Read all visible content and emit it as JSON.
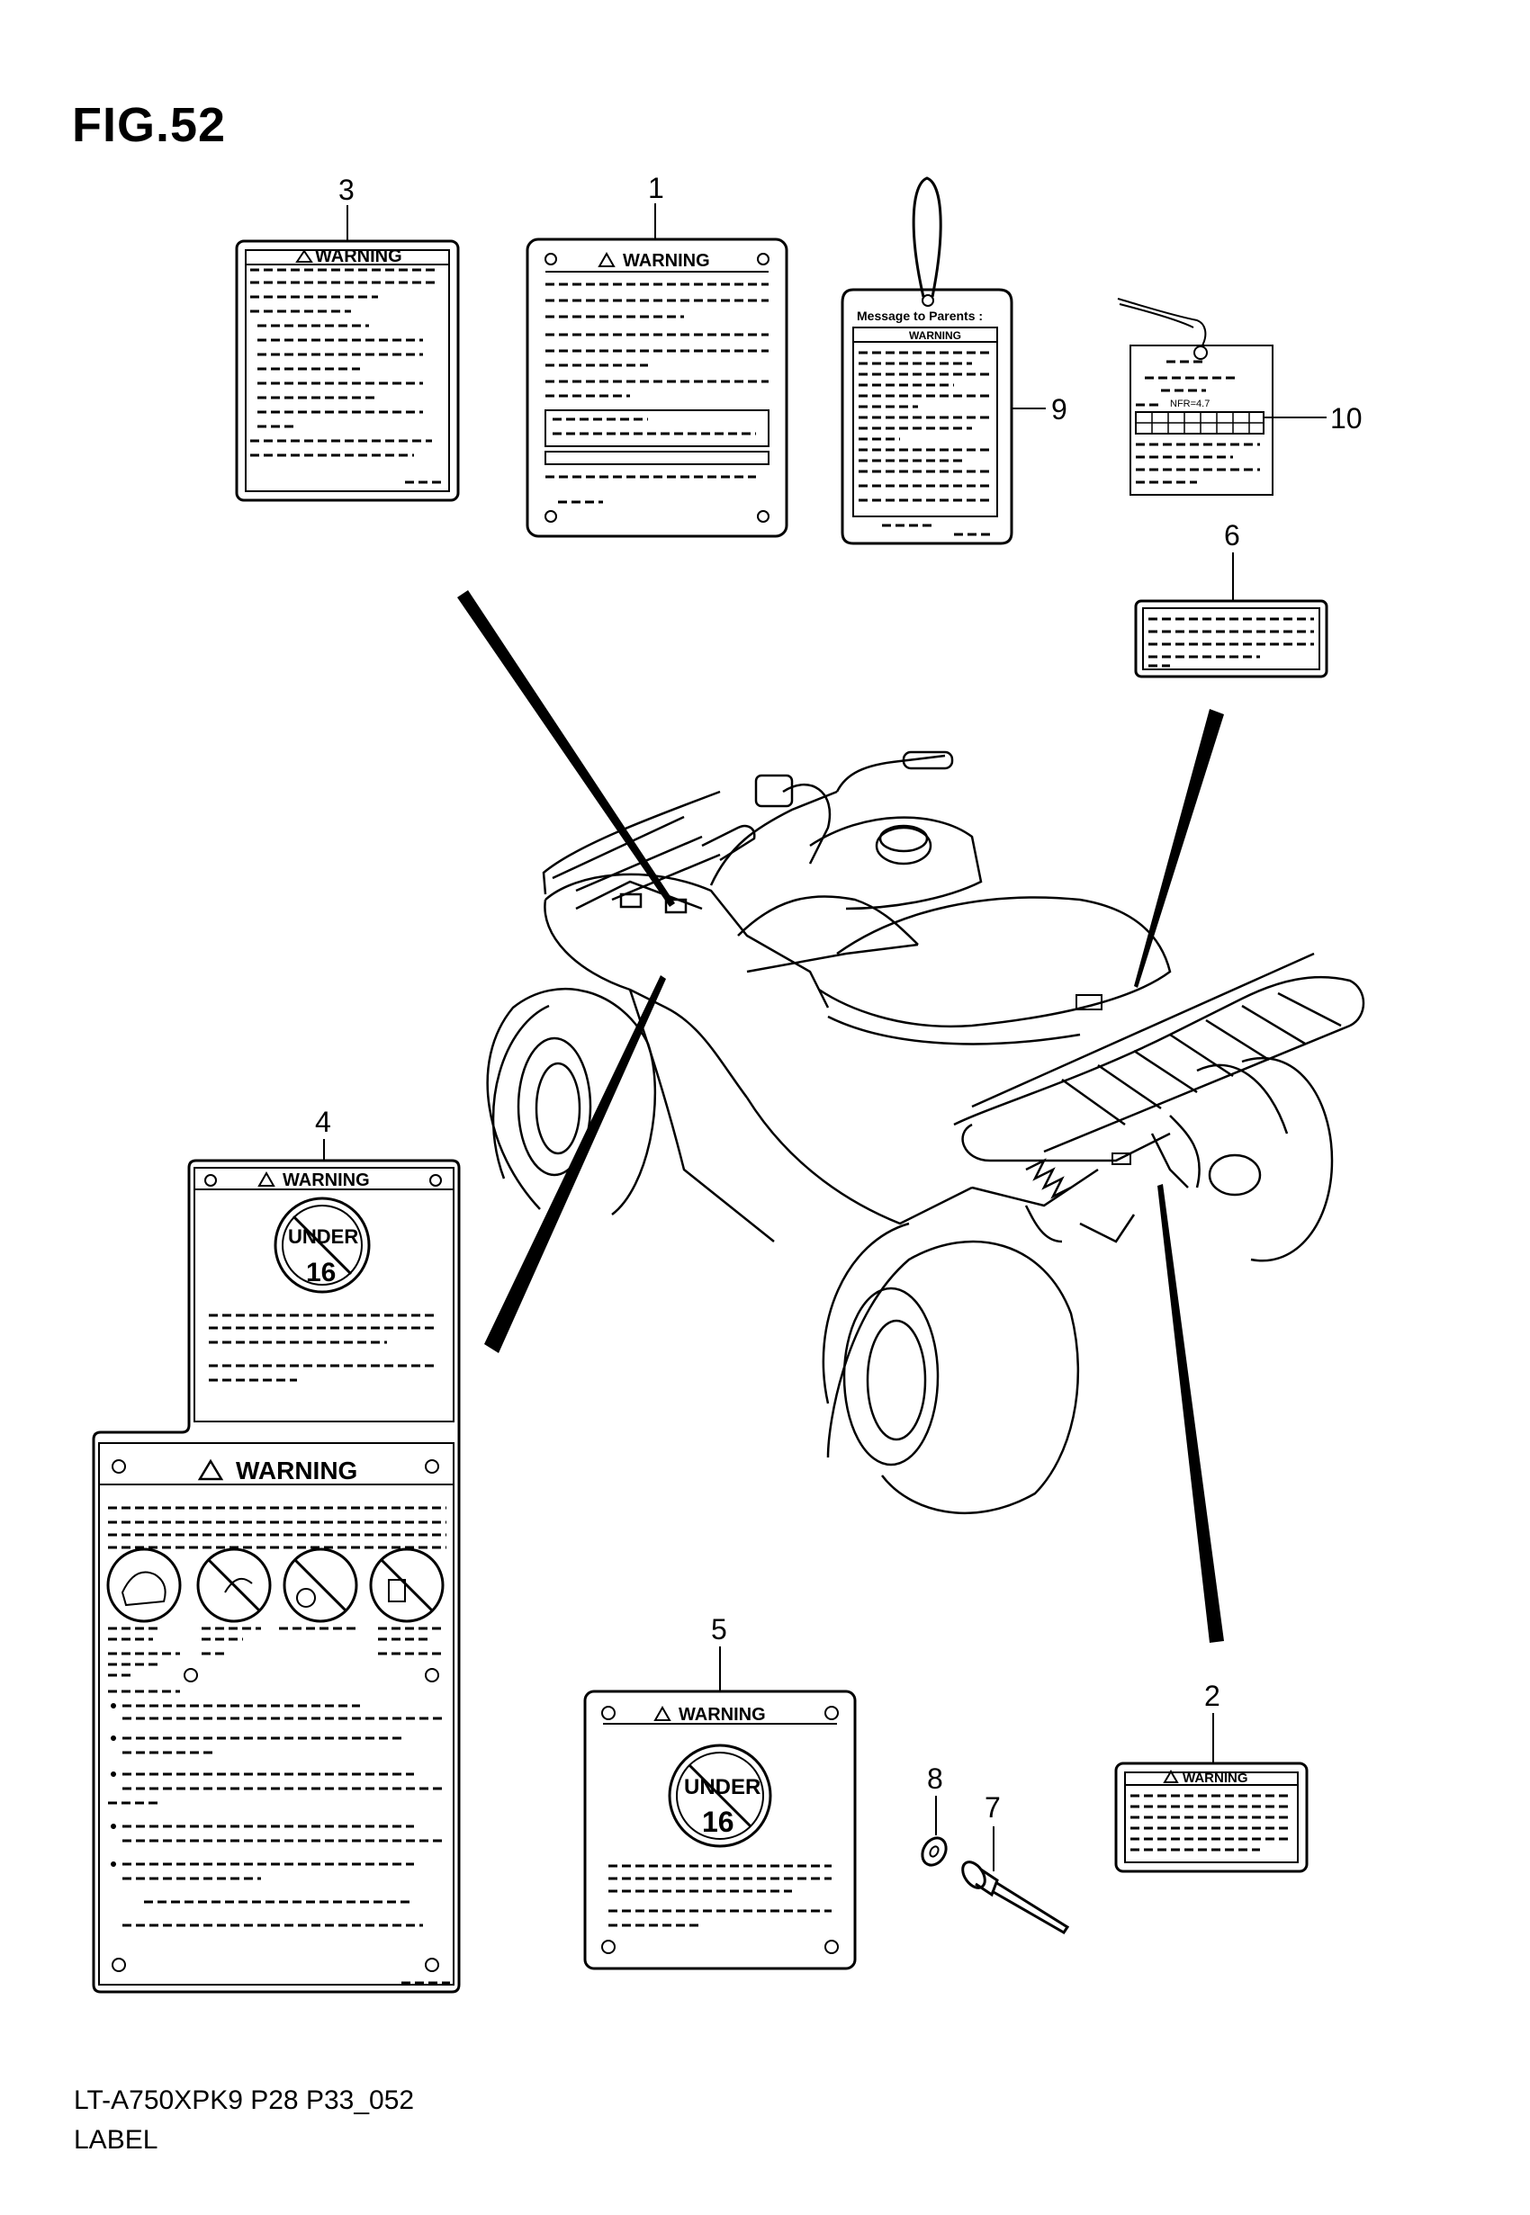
{
  "figure": {
    "title": "FIG.52"
  },
  "callouts": {
    "c1": "1",
    "c2": "2",
    "c3": "3",
    "c4": "4",
    "c5": "5",
    "c6": "6",
    "c7": "7",
    "c8": "8",
    "c9": "9",
    "c10": "10"
  },
  "labels": {
    "warning_text": "WARNING",
    "under_text": "UNDER",
    "age_text": "16",
    "parents_title": "Message to Parents :",
    "nfr_text": "NFR=4.7"
  },
  "footer": {
    "model_code": "LT-A750XPK9 P28 P33_052",
    "section": "LABEL"
  }
}
